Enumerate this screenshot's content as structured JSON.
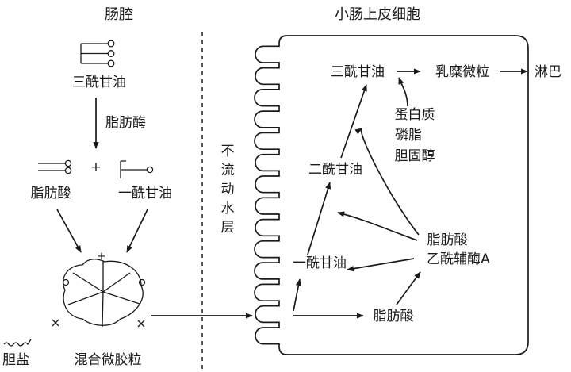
{
  "headers": {
    "lumen": "肠腔",
    "epithelium": "小肠上皮细胞"
  },
  "lumen": {
    "triglyceride": "三酰甘油",
    "lipase": "脂肪酶",
    "fatty_acid": "脂肪酸",
    "plus": "+",
    "monoglyceride": "一酰甘油",
    "bile_salt": "胆盐",
    "mixed_micelle": "混合微胶粒"
  },
  "unstirred_layer": [
    "不",
    "流",
    "动",
    "水",
    "层"
  ],
  "cell": {
    "triglyceride": "三酰甘油",
    "chylomicron": "乳糜微粒",
    "lymph": "淋巴",
    "additives": [
      "蛋白质",
      "磷脂",
      "胆固醇"
    ],
    "diglyceride": "二酰甘油",
    "monoglyceride": "一酰甘油",
    "fatty_acid_coa": [
      "脂肪酸",
      "乙酰辅酶A"
    ],
    "fatty_acid": "脂肪酸"
  },
  "colors": {
    "ink": "#1a1a1a",
    "background": "#ffffff"
  }
}
